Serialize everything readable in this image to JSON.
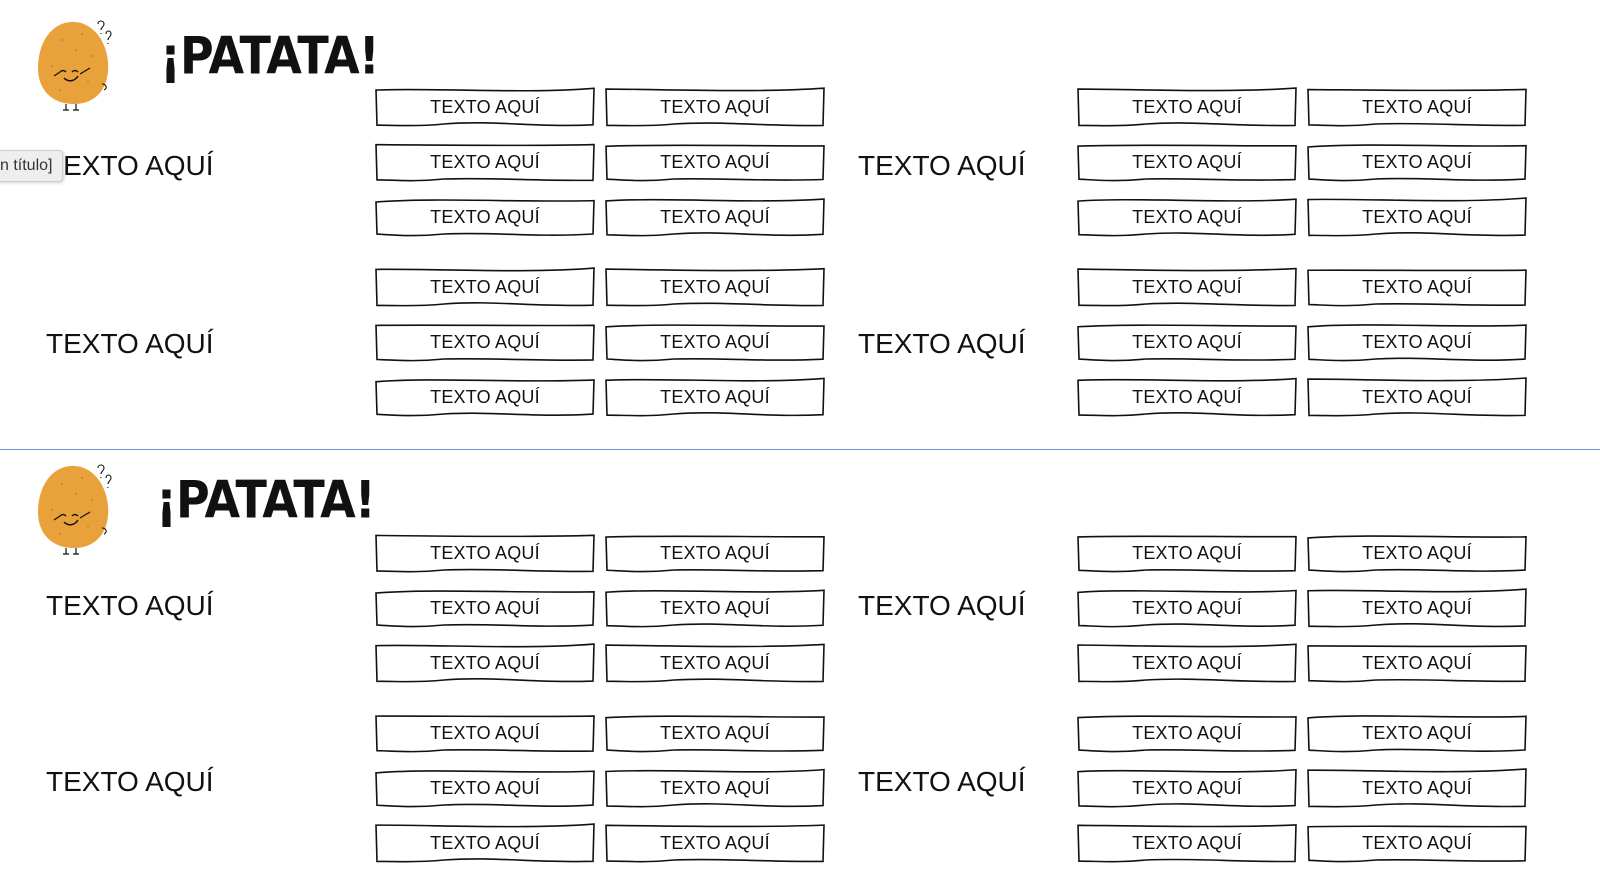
{
  "pages": [
    {
      "title": "¡PATATA!",
      "sections": [
        {
          "label": "TEXTO AQUÍ",
          "items": [
            "TEXTO AQUÍ",
            "TEXTO AQUÍ",
            "TEXTO AQUÍ",
            "TEXTO AQUÍ",
            "TEXTO AQUÍ",
            "TEXTO AQUÍ"
          ]
        },
        {
          "label": "TEXTO AQUÍ",
          "items": [
            "TEXTO AQUÍ",
            "TEXTO AQUÍ",
            "TEXTO AQUÍ",
            "TEXTO AQUÍ",
            "TEXTO AQUÍ",
            "TEXTO AQUÍ"
          ]
        },
        {
          "label": "TEXTO AQUÍ",
          "items": [
            "TEXTO AQUÍ",
            "TEXTO AQUÍ",
            "TEXTO AQUÍ",
            "TEXTO AQUÍ",
            "TEXTO AQUÍ",
            "TEXTO AQUÍ"
          ]
        },
        {
          "label": "TEXTO AQUÍ",
          "items": [
            "TEXTO AQUÍ",
            "TEXTO AQUÍ",
            "TEXTO AQUÍ",
            "TEXTO AQUÍ",
            "TEXTO AQUÍ",
            "TEXTO AQUÍ"
          ]
        }
      ]
    },
    {
      "title": "¡PATATA!",
      "sections": [
        {
          "label": "TEXTO AQUÍ",
          "items": [
            "TEXTO AQUÍ",
            "TEXTO AQUÍ",
            "TEXTO AQUÍ",
            "TEXTO AQUÍ",
            "TEXTO AQUÍ",
            "TEXTO AQUÍ"
          ]
        },
        {
          "label": "TEXTO AQUÍ",
          "items": [
            "TEXTO AQUÍ",
            "TEXTO AQUÍ",
            "TEXTO AQUÍ",
            "TEXTO AQUÍ",
            "TEXTO AQUÍ",
            "TEXTO AQUÍ"
          ]
        },
        {
          "label": "TEXTO AQUÍ",
          "items": [
            "TEXTO AQUÍ",
            "TEXTO AQUÍ",
            "TEXTO AQUÍ",
            "TEXTO AQUÍ",
            "TEXTO AQUÍ",
            "TEXTO AQUÍ"
          ]
        },
        {
          "label": "TEXTO AQUÍ",
          "items": [
            "TEXTO AQUÍ",
            "TEXTO AQUÍ",
            "TEXTO AQUÍ",
            "TEXTO AQUÍ",
            "TEXTO AQUÍ",
            "TEXTO AQUÍ"
          ]
        }
      ]
    }
  ],
  "tooltip": "n título]",
  "colors": {
    "potato": "#e9a23b",
    "divider": "#6f8fd6",
    "outline": "#111111"
  },
  "icons": {
    "mascot": "potato-mascot-icon"
  }
}
